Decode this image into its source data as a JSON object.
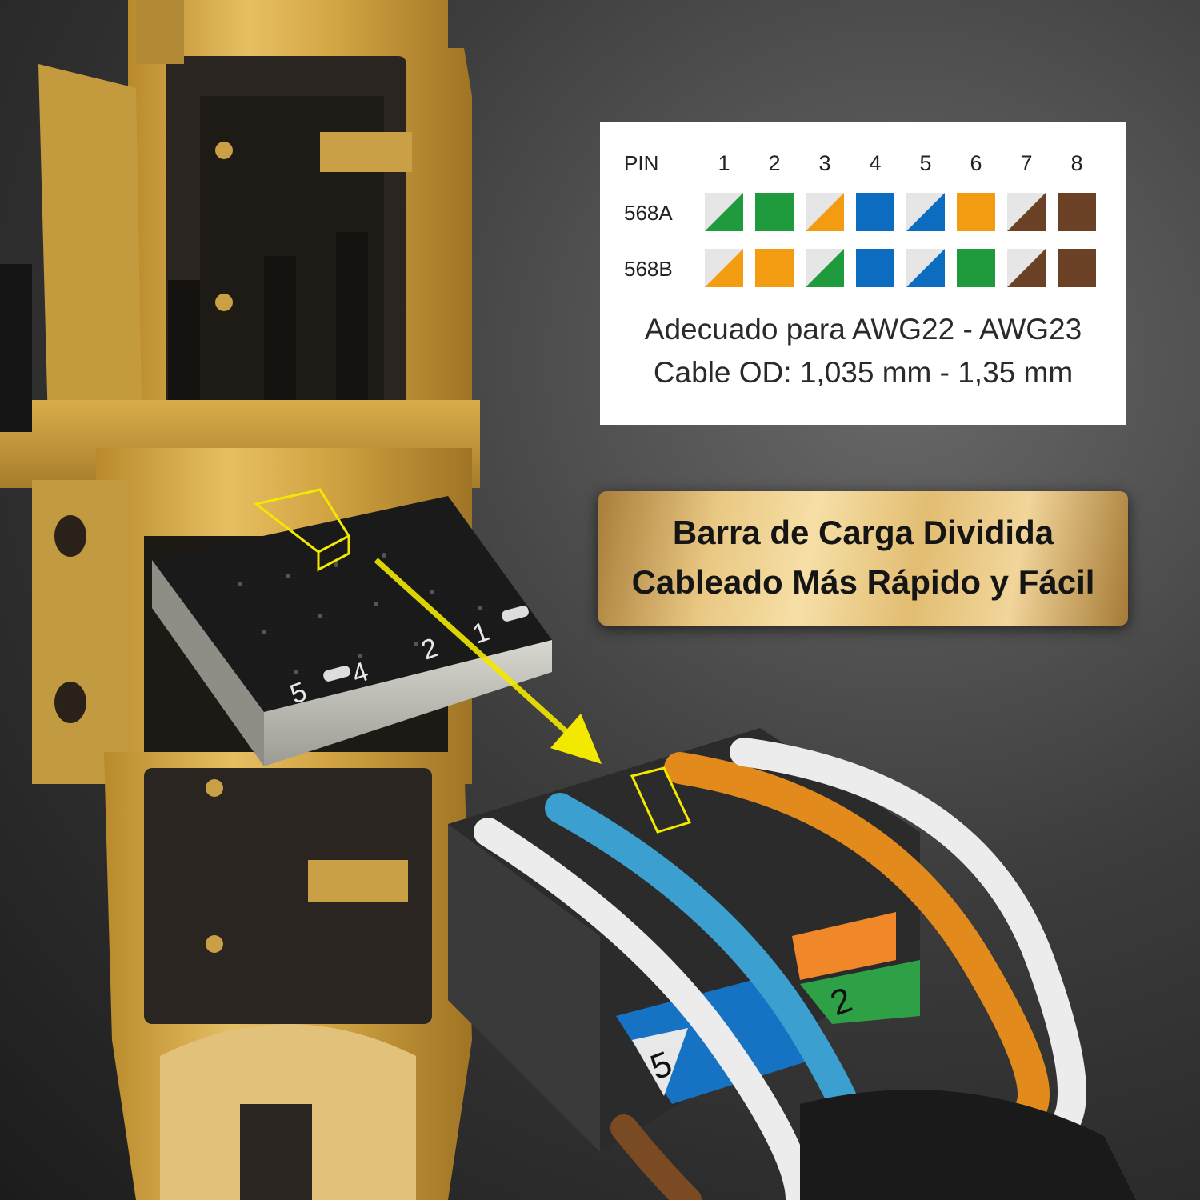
{
  "chart": {
    "header_label": "PIN",
    "pins": [
      "1",
      "2",
      "3",
      "4",
      "5",
      "6",
      "7",
      "8"
    ],
    "rows": [
      {
        "label": "568A",
        "wires": [
          {
            "type": "stripe",
            "color": "#1f9a3c"
          },
          {
            "type": "solid",
            "color": "#1f9a3c"
          },
          {
            "type": "stripe",
            "color": "#f39c12"
          },
          {
            "type": "solid",
            "color": "#0c6cc0"
          },
          {
            "type": "stripe",
            "color": "#0c6cc0"
          },
          {
            "type": "solid",
            "color": "#f39c12"
          },
          {
            "type": "stripe",
            "color": "#6b4226"
          },
          {
            "type": "solid",
            "color": "#6b4226"
          }
        ]
      },
      {
        "label": "568B",
        "wires": [
          {
            "type": "stripe",
            "color": "#f39c12"
          },
          {
            "type": "solid",
            "color": "#f39c12"
          },
          {
            "type": "stripe",
            "color": "#1f9a3c"
          },
          {
            "type": "solid",
            "color": "#0c6cc0"
          },
          {
            "type": "stripe",
            "color": "#0c6cc0"
          },
          {
            "type": "solid",
            "color": "#1f9a3c"
          },
          {
            "type": "stripe",
            "color": "#6b4226"
          },
          {
            "type": "solid",
            "color": "#6b4226"
          }
        ]
      }
    ],
    "stripe_base_color": "#e6e6e6",
    "spec_line_1": "Adecuado para AWG22 - AWG23",
    "spec_line_2": "Cable OD: 1,035 mm - 1,35 mm"
  },
  "banner": {
    "line_1": "Barra de Carga Dividida",
    "line_2": "Cableado Más Rápido y Fácil"
  },
  "illustration": {
    "load_bar_labels": [
      "5",
      "4",
      "2",
      "1"
    ],
    "connector_labels": [
      "5",
      "2"
    ],
    "colors": {
      "gold": "#d9ad4a",
      "arrow": "#f2e800",
      "wire_blue": "#3b9fd0",
      "wire_orange": "#e38a1c",
      "wire_white": "#ececec",
      "wire_green": "#2ea046",
      "wire_brown": "#7a4a22"
    }
  }
}
